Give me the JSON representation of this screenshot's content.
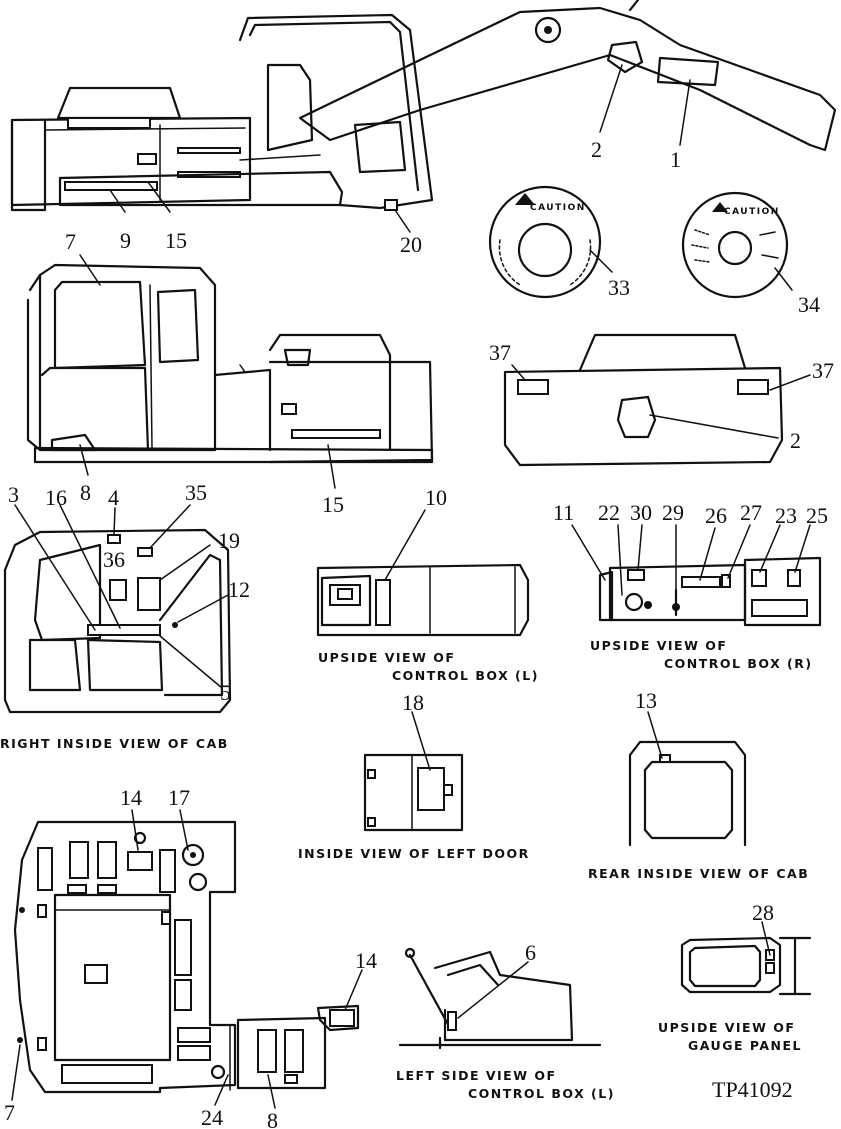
{
  "callouts": {
    "c1": "1",
    "c2": "2",
    "c9": "9",
    "c15": "15",
    "c20": "20",
    "c33": "33",
    "c34": "34",
    "c7": "7",
    "c8": "8",
    "c15b": "15",
    "c37a": "37",
    "c37b": "37",
    "c2b": "2",
    "c3": "3",
    "c16": "16",
    "c4": "4",
    "c35": "35",
    "c36": "36",
    "c19": "19",
    "c12": "12",
    "c5": "5",
    "c10": "10",
    "c11": "11",
    "c22": "22",
    "c30": "30",
    "c29": "29",
    "c26": "26",
    "c27": "27",
    "c23": "23",
    "c25": "25",
    "c18": "18",
    "c13": "13",
    "c14a": "14",
    "c17": "17",
    "c14b": "14",
    "c6": "6",
    "c28": "28",
    "c7b": "7",
    "c24": "24",
    "c8b": "8"
  },
  "captions": {
    "control_box_l_1": "UPSIDE VIEW OF",
    "control_box_l_2": "CONTROL BOX (L)",
    "control_box_r_1": "UPSIDE VIEW OF",
    "control_box_r_2": "CONTROL BOX (R)",
    "right_inside_cab": "RIGHT INSIDE VIEW OF CAB",
    "left_door": "INSIDE VIEW OF LEFT DOOR",
    "rear_inside_cab": "REAR INSIDE VIEW OF CAB",
    "left_side_control_box_1": "LEFT SIDE VIEW OF",
    "left_side_control_box_2": "CONTROL BOX (L)",
    "gauge_panel_1": "UPSIDE VIEW OF",
    "gauge_panel_2": "GAUGE PANEL"
  },
  "decal_labels": {
    "caution_33": "CAUTION",
    "caution_34": "CAUTION"
  },
  "figure_id": "TP41092"
}
